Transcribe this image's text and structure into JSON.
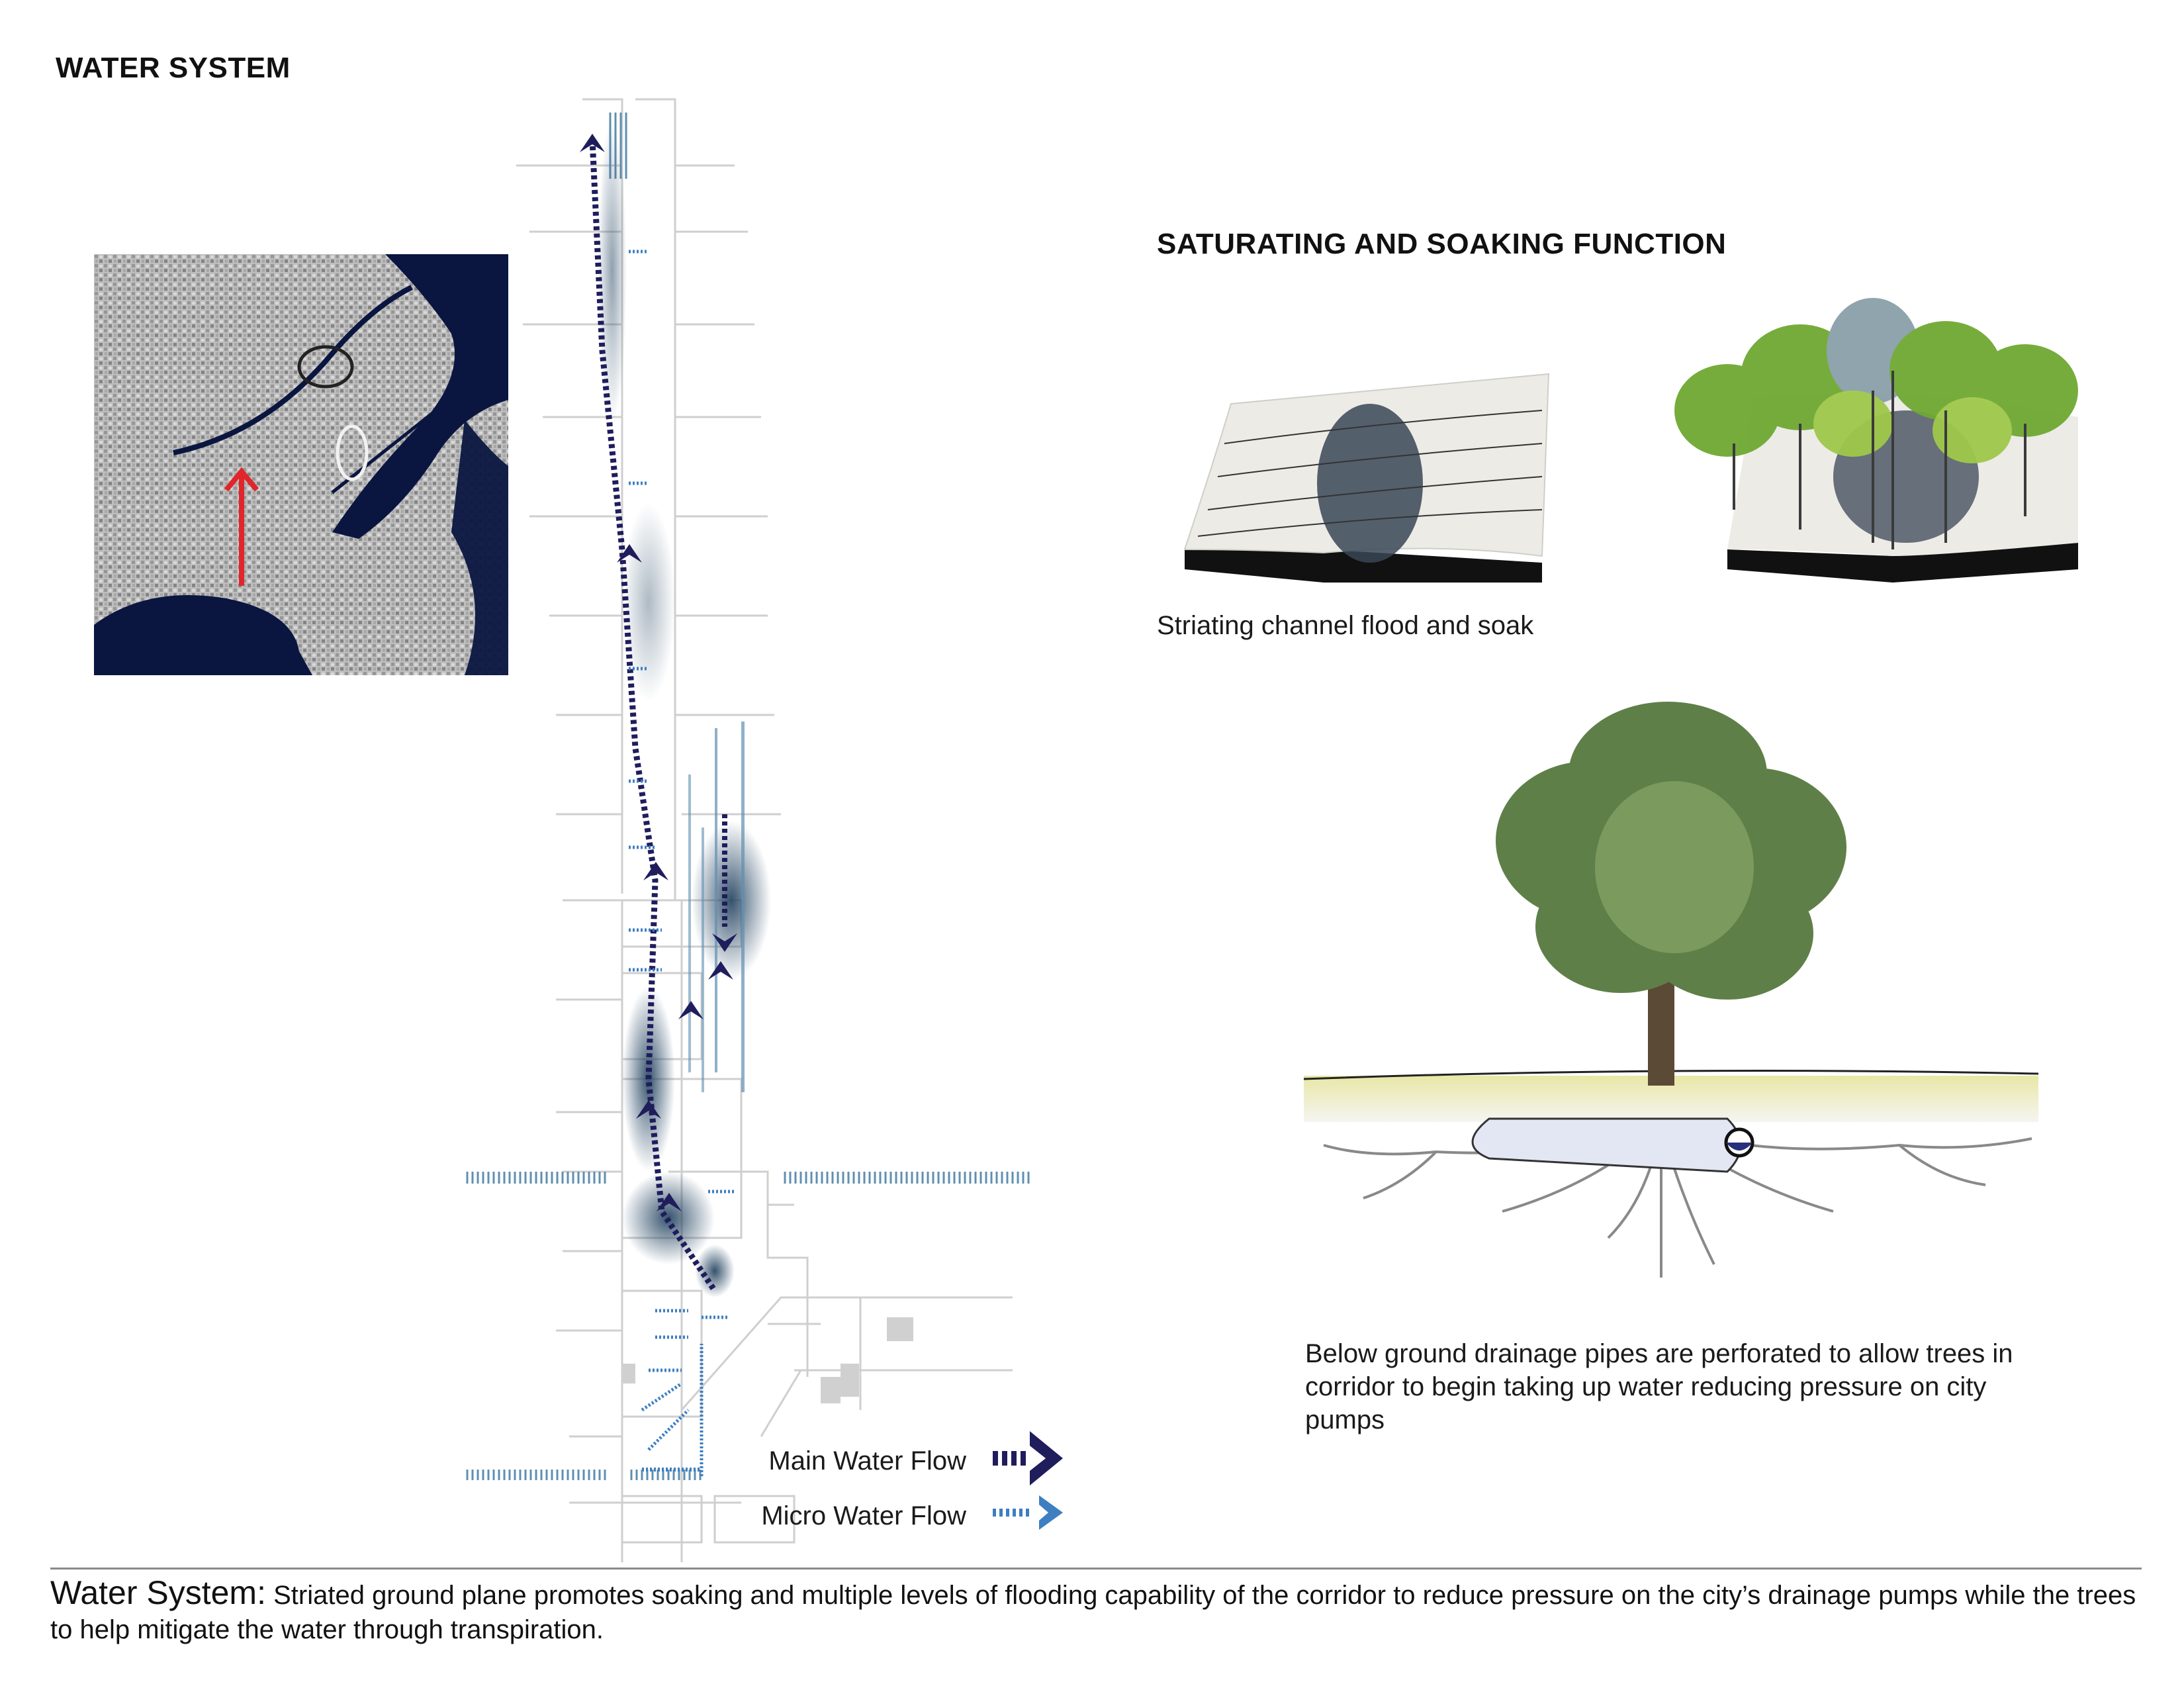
{
  "titles": {
    "water_system": "WATER SYSTEM",
    "saturating": "SATURATING AND SOAKING FUNCTION"
  },
  "captions": {
    "striating": "Striating channel flood and soak",
    "drainage": "Below ground drainage pipes are perforated to allow trees in corridor to begin taking up water reducing pressure on city pumps"
  },
  "legend": {
    "main_flow": "Main Water Flow",
    "micro_flow": "Micro Water Flow"
  },
  "footer": {
    "lead": "Water System:",
    "body": " Striated ground plane promotes soaking and multiple levels of flooding capability of the corridor to reduce pressure on the city’s drainage pumps while the trees to help mitigate the water through transpiration."
  },
  "colors": {
    "main_flow": "#1f1d5c",
    "micro_flow": "#3d7fc0",
    "map_water": "#0a1640",
    "route_arrow": "#e0262b",
    "flood_shade": "#2b4a66"
  },
  "icons": {
    "main_flow_arrow": "double-chevron-right-icon",
    "micro_flow_arrow": "dashed-arrow-right-icon",
    "route_arrow": "arrow-up-icon"
  }
}
